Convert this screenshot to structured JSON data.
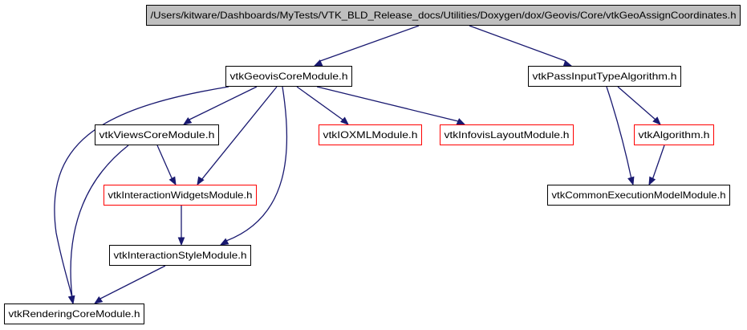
{
  "colors": {
    "edge": "#191970",
    "root_fill": "#bfbfbf",
    "normal_border": "#000000",
    "highlight_border": "#ff0000",
    "node_fill": "#ffffff"
  },
  "nodes": [
    {
      "id": "root",
      "label": "/Users/kitware/Dashboards/MyTests/VTK_BLD_Release_docs/Utilities/Doxygen/dox/Geovis/Core/vtkGeoAssignCoordinates.h",
      "style": "root"
    },
    {
      "id": "geoviscore",
      "label": "vtkGeovisCoreModule.h",
      "style": "normal"
    },
    {
      "id": "passinput",
      "label": "vtkPassInputTypeAlgorithm.h",
      "style": "normal"
    },
    {
      "id": "viewscore",
      "label": "vtkViewsCoreModule.h",
      "style": "normal"
    },
    {
      "id": "ioxml",
      "label": "vtkIOXMLModule.h",
      "style": "highlight"
    },
    {
      "id": "infovislayout",
      "label": "vtkInfovisLayoutModule.h",
      "style": "highlight"
    },
    {
      "id": "algorithm",
      "label": "vtkAlgorithm.h",
      "style": "highlight"
    },
    {
      "id": "interactionwidgets",
      "label": "vtkInteractionWidgetsModule.h",
      "style": "highlight"
    },
    {
      "id": "commonexec",
      "label": "vtkCommonExecutionModelModule.h",
      "style": "normal"
    },
    {
      "id": "interactionstyle",
      "label": "vtkInteractionStyleModule.h",
      "style": "normal"
    },
    {
      "id": "renderingcore",
      "label": "vtkRenderingCoreModule.h",
      "style": "normal"
    }
  ],
  "edges": [
    {
      "from": "root",
      "to": "geoviscore"
    },
    {
      "from": "root",
      "to": "passinput"
    },
    {
      "from": "geoviscore",
      "to": "renderingcore"
    },
    {
      "from": "geoviscore",
      "to": "viewscore"
    },
    {
      "from": "geoviscore",
      "to": "interactionwidgets"
    },
    {
      "from": "geoviscore",
      "to": "interactionstyle"
    },
    {
      "from": "geoviscore",
      "to": "ioxml"
    },
    {
      "from": "geoviscore",
      "to": "infovislayout"
    },
    {
      "from": "viewscore",
      "to": "interactionwidgets"
    },
    {
      "from": "viewscore",
      "to": "renderingcore"
    },
    {
      "from": "interactionwidgets",
      "to": "interactionstyle"
    },
    {
      "from": "interactionstyle",
      "to": "renderingcore"
    },
    {
      "from": "passinput",
      "to": "algorithm"
    },
    {
      "from": "passinput",
      "to": "commonexec"
    },
    {
      "from": "algorithm",
      "to": "commonexec"
    }
  ]
}
